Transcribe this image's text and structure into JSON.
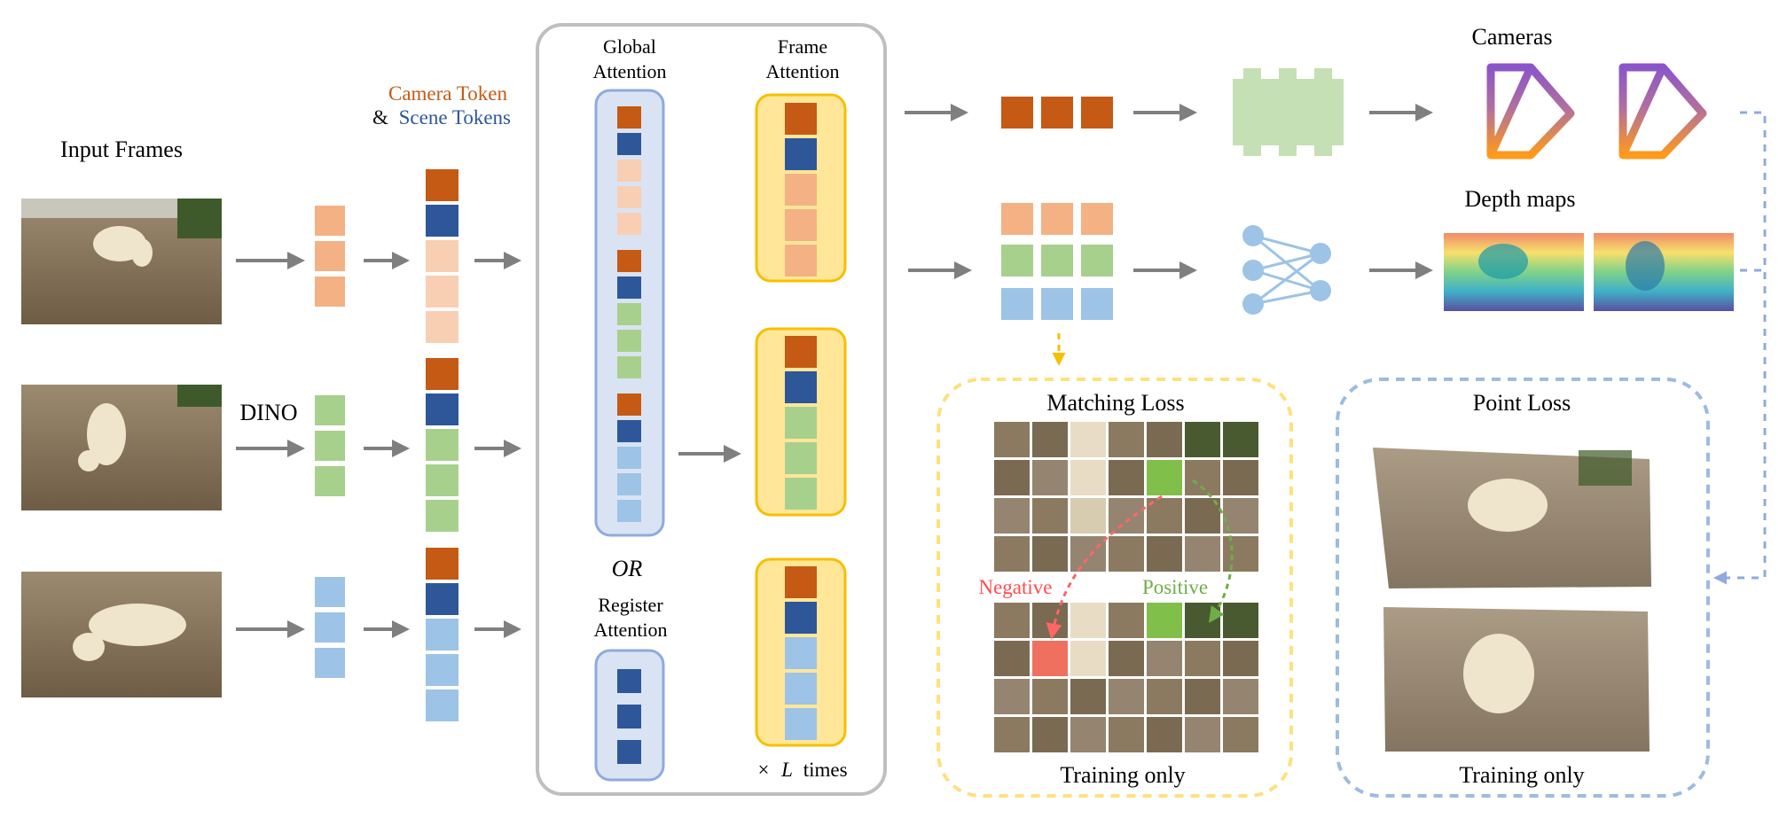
{
  "labels": {
    "input_frames": "Input Frames",
    "camera_token": "Camera Token",
    "and": "&",
    "scene_tokens": "Scene Tokens",
    "dino": "DINO",
    "global_attention_1": "Global",
    "global_attention_2": "Attention",
    "frame_attention_1": "Frame",
    "frame_attention_2": "Attention",
    "or": "OR",
    "register_attention_1": "Register",
    "register_attention_2": "Attention",
    "times_prefix": "×",
    "times_l": "L",
    "times_suffix": "times",
    "cameras": "Cameras",
    "depth_maps": "Depth maps",
    "matching_loss": "Matching Loss",
    "negative": "Negative",
    "positive": "Positive",
    "training_only_1": "Training only",
    "point_loss": "Point Loss",
    "training_only_2": "Training only"
  },
  "colors": {
    "camera_token": "#c45a14",
    "scene_token": "#2d5799",
    "frame1_patch": "#f4b183",
    "frame1_patch_light": "#f8cfb3",
    "frame2_patch": "#a8d08d",
    "frame3_patch": "#9dc3e6",
    "global_attn_fill": "#dae3f3",
    "global_attn_stroke": "#8faadc",
    "frame_attn_fill": "#ffe699",
    "frame_attn_stroke": "#f5c000",
    "arrow": "#7f7f7f",
    "camera_head": "#c5e0b4",
    "depth_head": "#9dc3e6",
    "matching_box": "#ffe080",
    "point_box": "#9dbbe0",
    "negative": "#ff4d4d",
    "positive": "#70ad47",
    "camera_frustum_top": "#8a55c9",
    "camera_frustum_bottom": "#ff9a1a"
  },
  "icons": {
    "camera": "camera-frustum-icon",
    "depth_head": "mlp-network-icon",
    "camera_head": "transformer-head-icon"
  }
}
